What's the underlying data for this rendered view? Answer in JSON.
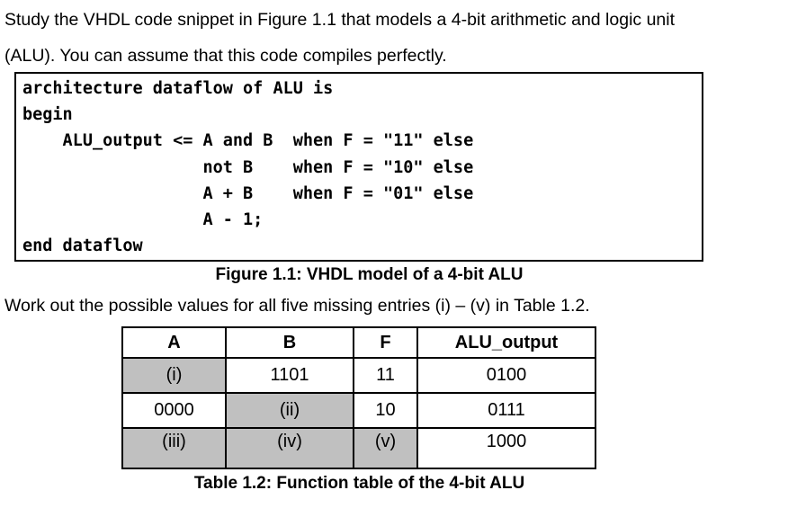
{
  "intro": {
    "line1": "Study the VHDL code snippet in Figure 1.1 that models a 4-bit arithmetic and logic unit",
    "line2": "(ALU). You can assume that this code compiles perfectly."
  },
  "figure": {
    "code_lines": [
      "architecture dataflow of ALU is",
      "begin",
      "    ALU_output <= A and B  when F = \"11\" else",
      "                  not B    when F = \"10\" else",
      "                  A + B    when F = \"01\" else",
      "                  A - 1;",
      "end dataflow"
    ],
    "caption": "Figure 1.1: VHDL model of a 4-bit ALU"
  },
  "instruction": "Work out the possible values for all five missing entries (i) – (v) in Table 1.2.",
  "table": {
    "headers": [
      "A",
      "B",
      "F",
      "ALU_output"
    ],
    "rows": [
      [
        "(i)",
        "1101",
        "11",
        "0100"
      ],
      [
        "0000",
        "(ii)",
        "10",
        "0111"
      ],
      [
        "(iii)",
        "(iv)",
        "(v)",
        "1000"
      ]
    ],
    "shaded_cells": [
      [
        0,
        0
      ],
      [
        1,
        1
      ],
      [
        2,
        0
      ],
      [
        2,
        1
      ],
      [
        2,
        2
      ]
    ],
    "shade_color": "#c0c0c0",
    "caption": "Table 1.2: Function table of the 4-bit ALU"
  }
}
